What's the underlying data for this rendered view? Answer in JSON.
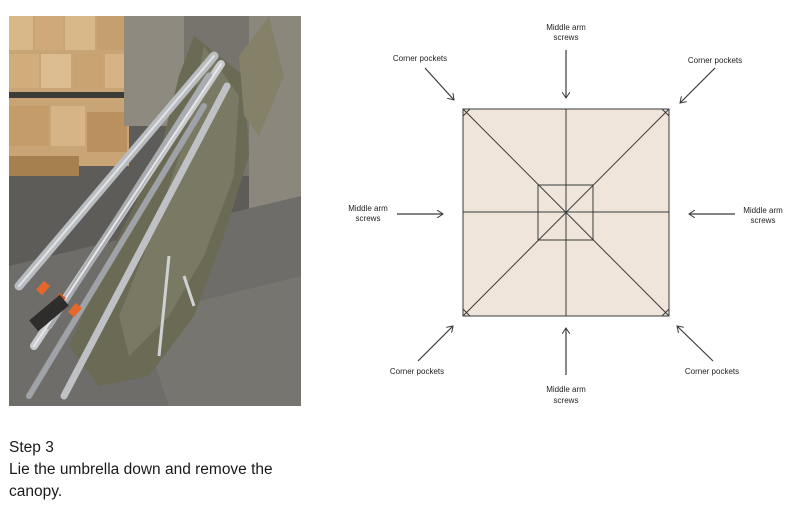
{
  "photo": {
    "subject_icon": "umbrella-photo",
    "colors": {
      "canopy": "#6b6a55",
      "pole": "#b9bcc0",
      "floor": "#6e6d69",
      "boxes": "#c9a474"
    }
  },
  "caption": {
    "step": "Step 3",
    "line1": "Lie the umbrella down and remove the",
    "line2": "canopy."
  },
  "diagram": {
    "fill_color": "#efe5da",
    "stroke_color": "#3a3a3a",
    "labels": {
      "top_mid_1": "Middle arm",
      "top_mid_2": "screws",
      "top_left": "Corner pockets",
      "top_right": "Corner pockets",
      "left_mid_1": "Middle arm",
      "left_mid_2": "screws",
      "right_mid_1": "Middle arm",
      "right_mid_2": "screws",
      "bottom_left": "Corner pockets",
      "bottom_right": "Corner pockets",
      "bottom_mid_1": "Middle arm",
      "bottom_mid_2": "screws"
    }
  }
}
